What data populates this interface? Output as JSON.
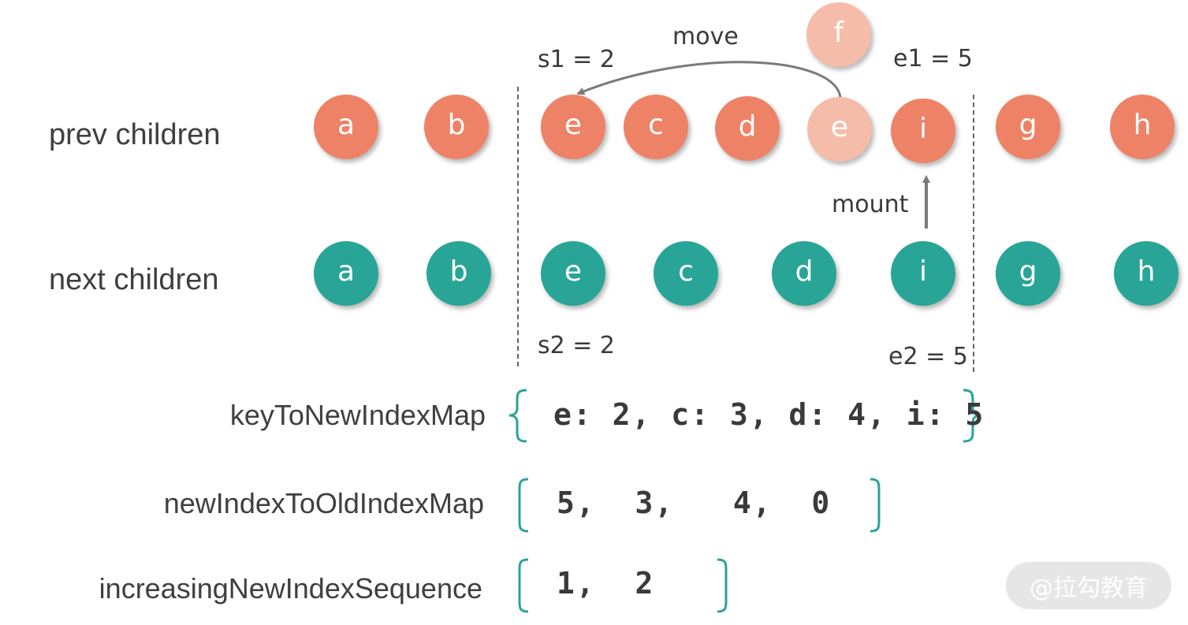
{
  "colors": {
    "prev_node": "#ee8266",
    "prev_node_faded": "#f6bcaa",
    "next_node": "#28a597",
    "bracket": "#2aa398",
    "arrow": "#7a7a7a"
  },
  "rows": {
    "prev_label": "prev children",
    "next_label": "next children"
  },
  "prev_children": [
    "a",
    "b",
    "e",
    "c",
    "d",
    "e",
    "i",
    "g",
    "h"
  ],
  "next_children": [
    "a",
    "b",
    "e",
    "c",
    "d",
    "i",
    "g",
    "h"
  ],
  "floating_node": "f",
  "annotations": {
    "s1": "s1 = 2",
    "e1": "e1 = 5",
    "s2": "s2 = 2",
    "e2": "e2 = 5",
    "move": "move",
    "mount": "mount"
  },
  "maps": {
    "key_to_new_index_label": "keyToNewIndexMap",
    "key_to_new_index_value": "e: 2, c: 3, d: 4, i: 5",
    "new_index_to_old_label": "newIndexToOldIndexMap",
    "new_index_to_old_value": "5,  3,   4,  0",
    "increasing_label": "increasingNewIndexSequence",
    "increasing_value": "1,  2"
  },
  "watermark": "@拉勾教育"
}
